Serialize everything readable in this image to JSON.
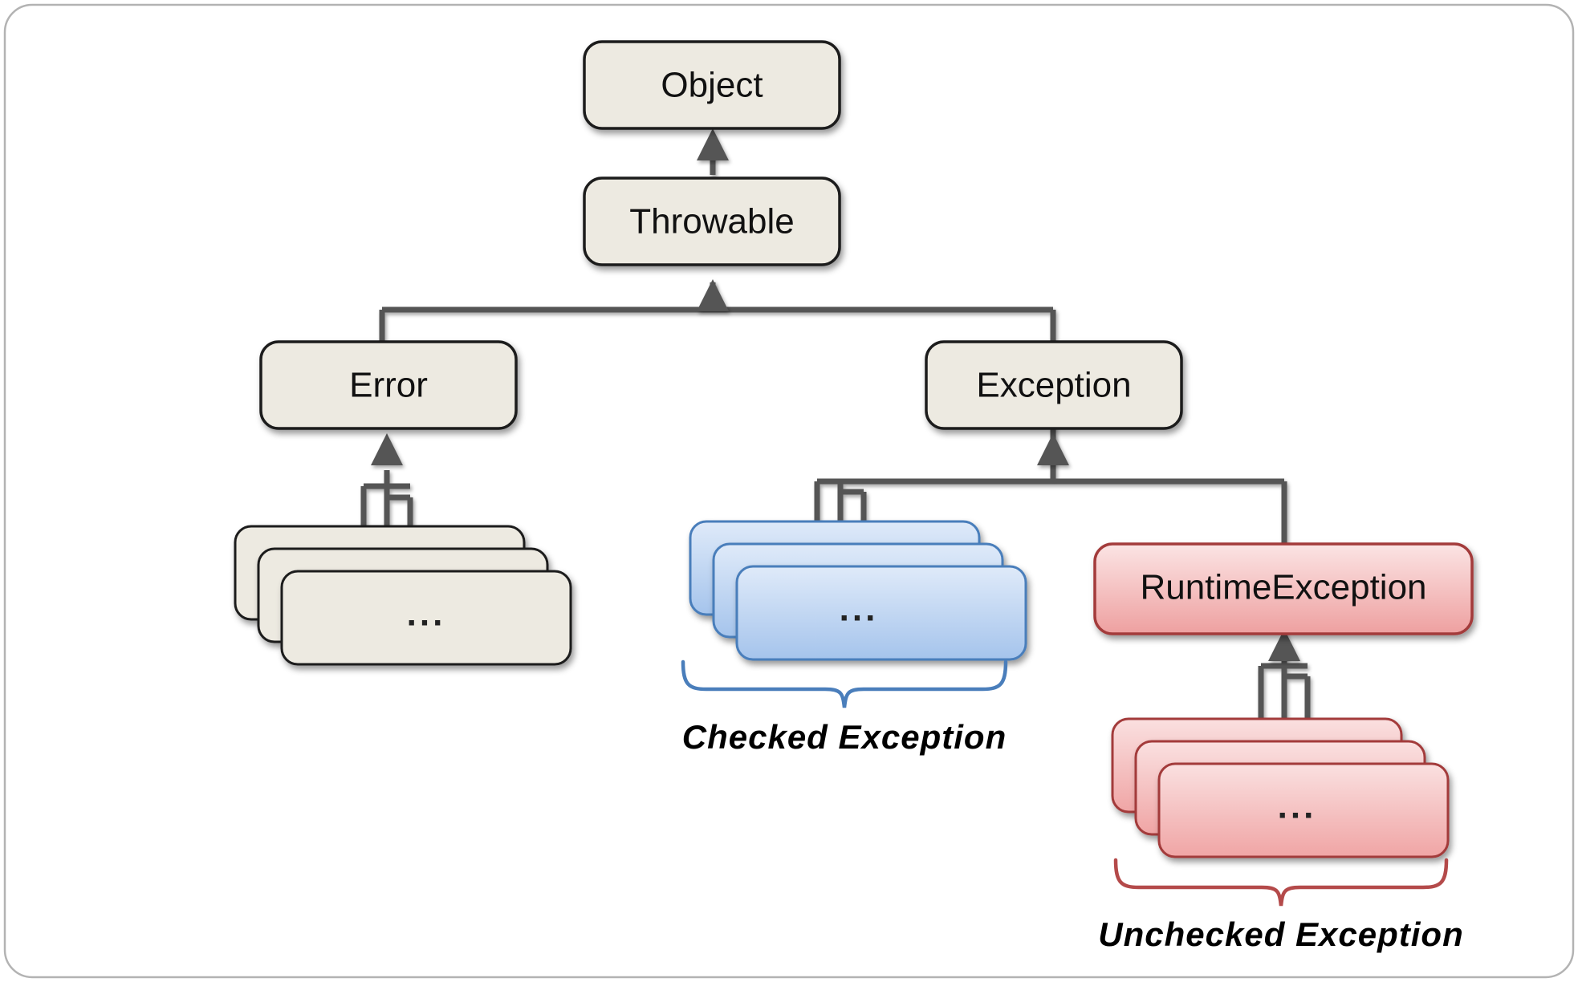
{
  "diagram": {
    "title_text": "",
    "frame": {
      "border_color": "#b3b3b3",
      "background": "#ffffff"
    },
    "nodes": {
      "object": {
        "label": "Object",
        "fill": "#edeae1",
        "stroke": "#1a1a1a"
      },
      "throwable": {
        "label": "Throwable",
        "fill": "#edeae1",
        "stroke": "#1a1a1a"
      },
      "error": {
        "label": "Error",
        "fill": "#edeae1",
        "stroke": "#1a1a1a"
      },
      "exception": {
        "label": "Exception",
        "fill": "#edeae1",
        "stroke": "#1a1a1a"
      },
      "runtime_exception": {
        "label": "RuntimeException",
        "fill_top": "#fadfdf",
        "fill_bottom": "#f0a3a3",
        "stroke": "#a33b3b"
      },
      "error_subclasses": {
        "label": "...",
        "fill": "#edeae1",
        "stroke": "#1a1a1a",
        "count": 3
      },
      "checked_subclasses": {
        "label": "...",
        "fill_top": "#d6e4f7",
        "fill_bottom": "#a8c6ec",
        "stroke": "#4a7ebb",
        "count": 3
      },
      "unchecked_subclasses": {
        "label": "...",
        "fill_top": "#fadfdf",
        "fill_bottom": "#f0a8a8",
        "stroke": "#a33b3b",
        "count": 3
      }
    },
    "braces": [
      {
        "id": "checked",
        "label": "Checked Exception",
        "color": "#4a7ebb"
      },
      {
        "id": "unchecked",
        "label": "Unchecked Exception",
        "color": "#b44a4a"
      }
    ],
    "edges": [
      {
        "from": "throwable",
        "to": "object",
        "kind": "generalization"
      },
      {
        "from": "error",
        "to": "throwable",
        "kind": "generalization"
      },
      {
        "from": "exception",
        "to": "throwable",
        "kind": "generalization"
      },
      {
        "from": "error_subclasses",
        "to": "error",
        "kind": "generalization"
      },
      {
        "from": "checked_subclasses",
        "to": "exception",
        "kind": "generalization"
      },
      {
        "from": "runtime_exception",
        "to": "exception",
        "kind": "generalization"
      },
      {
        "from": "unchecked_subclasses",
        "to": "runtime_exception",
        "kind": "generalization"
      }
    ],
    "colors": {
      "connector": "#545454",
      "arrow": "#545454",
      "text": "#111111",
      "blue_accent": "#4a7ebb",
      "red_accent": "#b44a4a"
    }
  }
}
